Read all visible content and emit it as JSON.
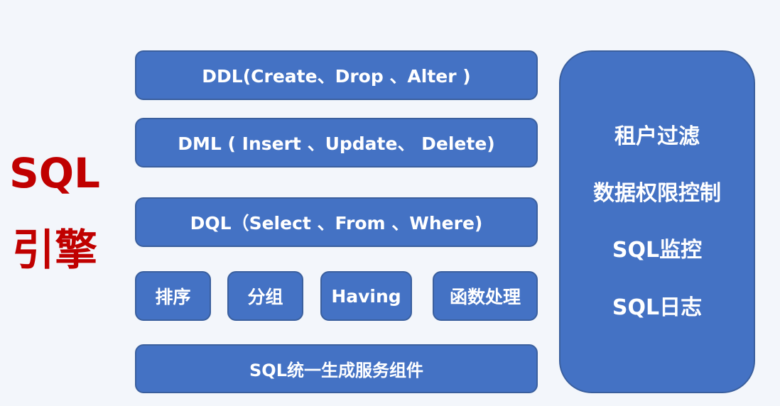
{
  "title": {
    "line1": "SQL",
    "line2": "引擎"
  },
  "layers": {
    "ddl": "DDL(Create、Drop 、Alter )",
    "dml": "DML ( Insert 、Update、 Delete)",
    "dql": "DQL（Select 、From 、Where)"
  },
  "operations": [
    "排序",
    "分组",
    "Having",
    "函数处理"
  ],
  "generator": "SQL统一生成服务组件",
  "side_panel": {
    "items": [
      "租户过滤",
      "数据权限控制",
      "SQL监控",
      "SQL日志"
    ]
  },
  "colors": {
    "box_fill": "#4472c4",
    "box_border": "#3a5f9e",
    "title_red": "#c00000",
    "background": "#f3f6fb"
  }
}
